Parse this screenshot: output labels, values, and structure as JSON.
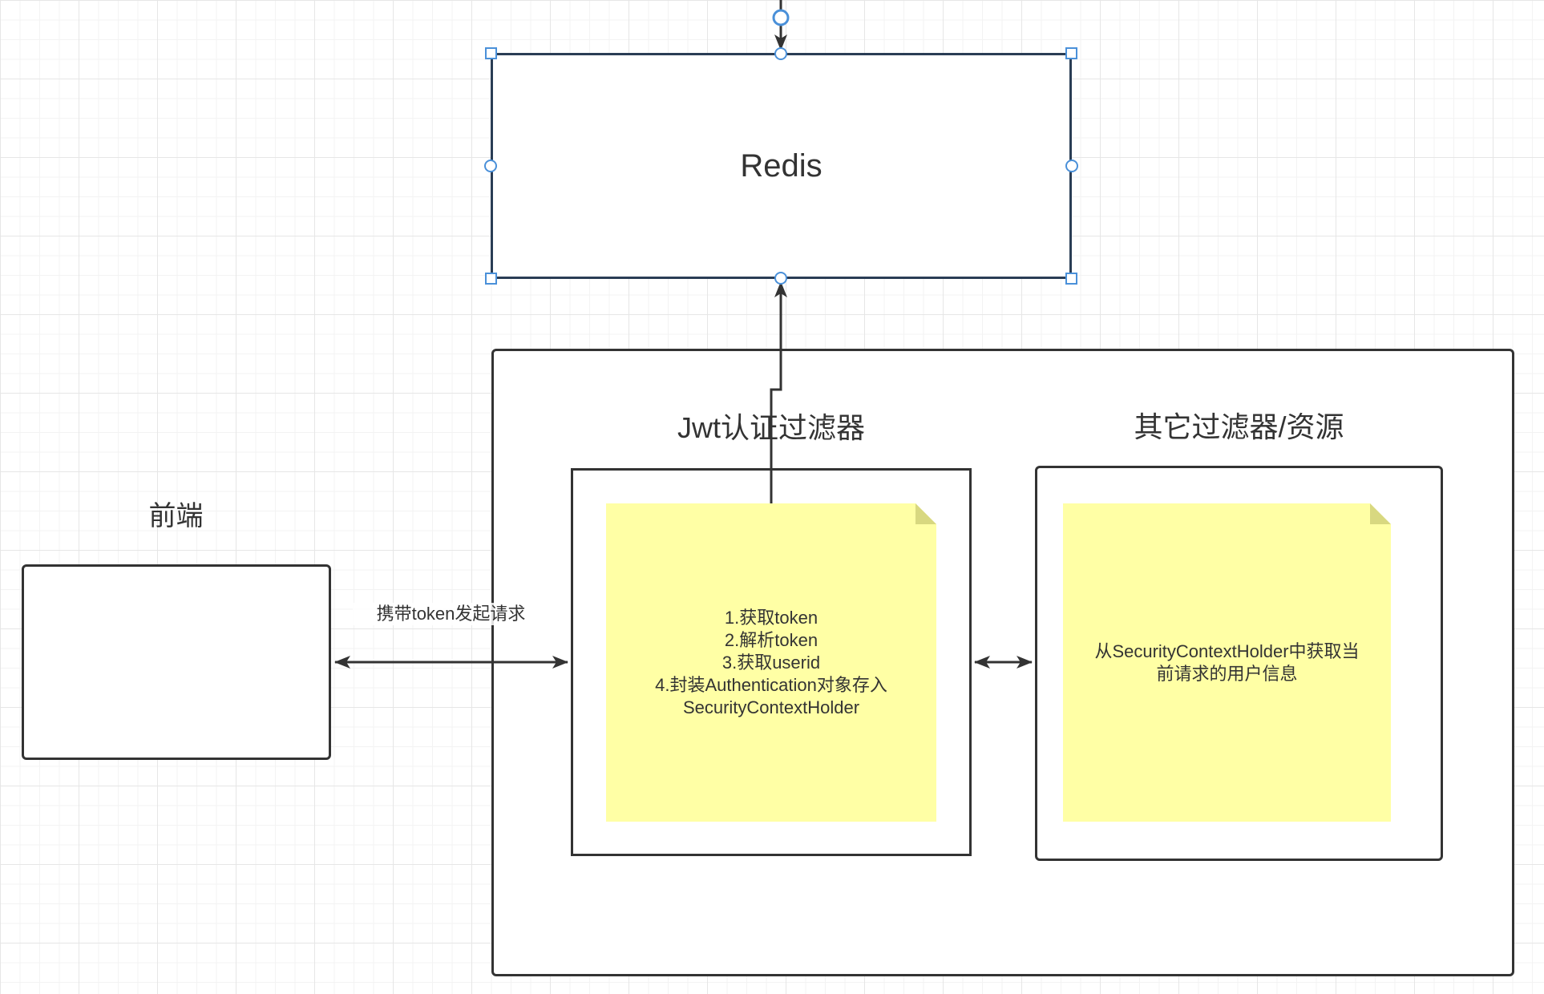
{
  "diagram": {
    "redis": {
      "label": "Redis"
    },
    "frontend": {
      "title": "前端"
    },
    "request_edge": {
      "label": "携带token发起请求"
    },
    "jwt_filter": {
      "title": "Jwt认证过滤器",
      "note": "1.获取token\n2.解析token\n3.获取userid\n4.封装Authentication对象存入\nSecurityContextHolder"
    },
    "other_filters": {
      "title": "其它过滤器/资源",
      "note": "从SecurityContextHolder中获取当\n前请求的用户信息"
    }
  },
  "colors": {
    "stroke": "#333333",
    "selection_handle": "#4a90d9",
    "note_fill": "#ffffa5",
    "grid": "#e6e6e6"
  }
}
